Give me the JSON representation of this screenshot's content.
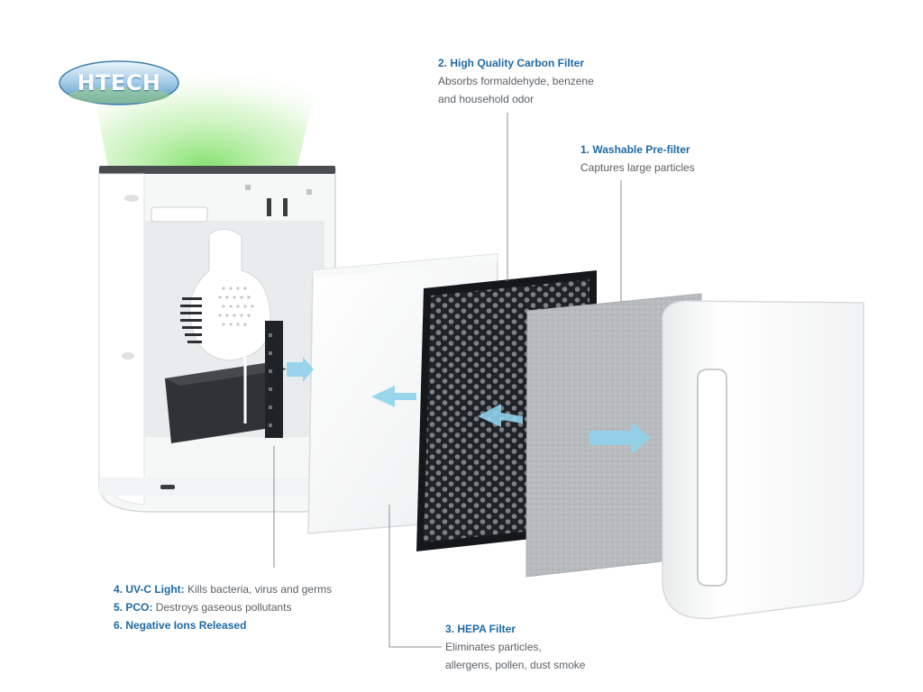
{
  "brand": {
    "logo_text": "HTECH",
    "colors": {
      "badge_top": "#dcecf7",
      "badge_bottom": "#5b9fcf",
      "glow": "#7fe06a",
      "accent_text": "#1f6aa5"
    }
  },
  "components": {
    "carbon_filter": {
      "title": "2. High Quality Carbon Filter",
      "description_lines": [
        "Absorbs formaldehyde, benzene",
        "and household odor"
      ]
    },
    "pre_filter": {
      "title": "1. Washable Pre-filter",
      "description_lines": [
        "Captures large particles"
      ]
    },
    "uvc_light": {
      "title": "4. UV-C Light:",
      "description": "Kills bacteria, virus and germs"
    },
    "pco": {
      "title": "5. PCO:",
      "description": "Destroys gaseous pollutants"
    },
    "negative_ions": {
      "title": "6. Negative Ions Released"
    },
    "hepa_filter": {
      "title": "3. HEPA Filter",
      "description_lines": [
        "Eliminates particles,",
        "allergens, pollen, dust smoke"
      ]
    }
  },
  "colors": {
    "airflow_arrow": "#8fd3ec",
    "leader_line": "#8a8f95",
    "carbon_mesh": "#2b2e33",
    "prefilter_gray": "#b9bcbf"
  }
}
